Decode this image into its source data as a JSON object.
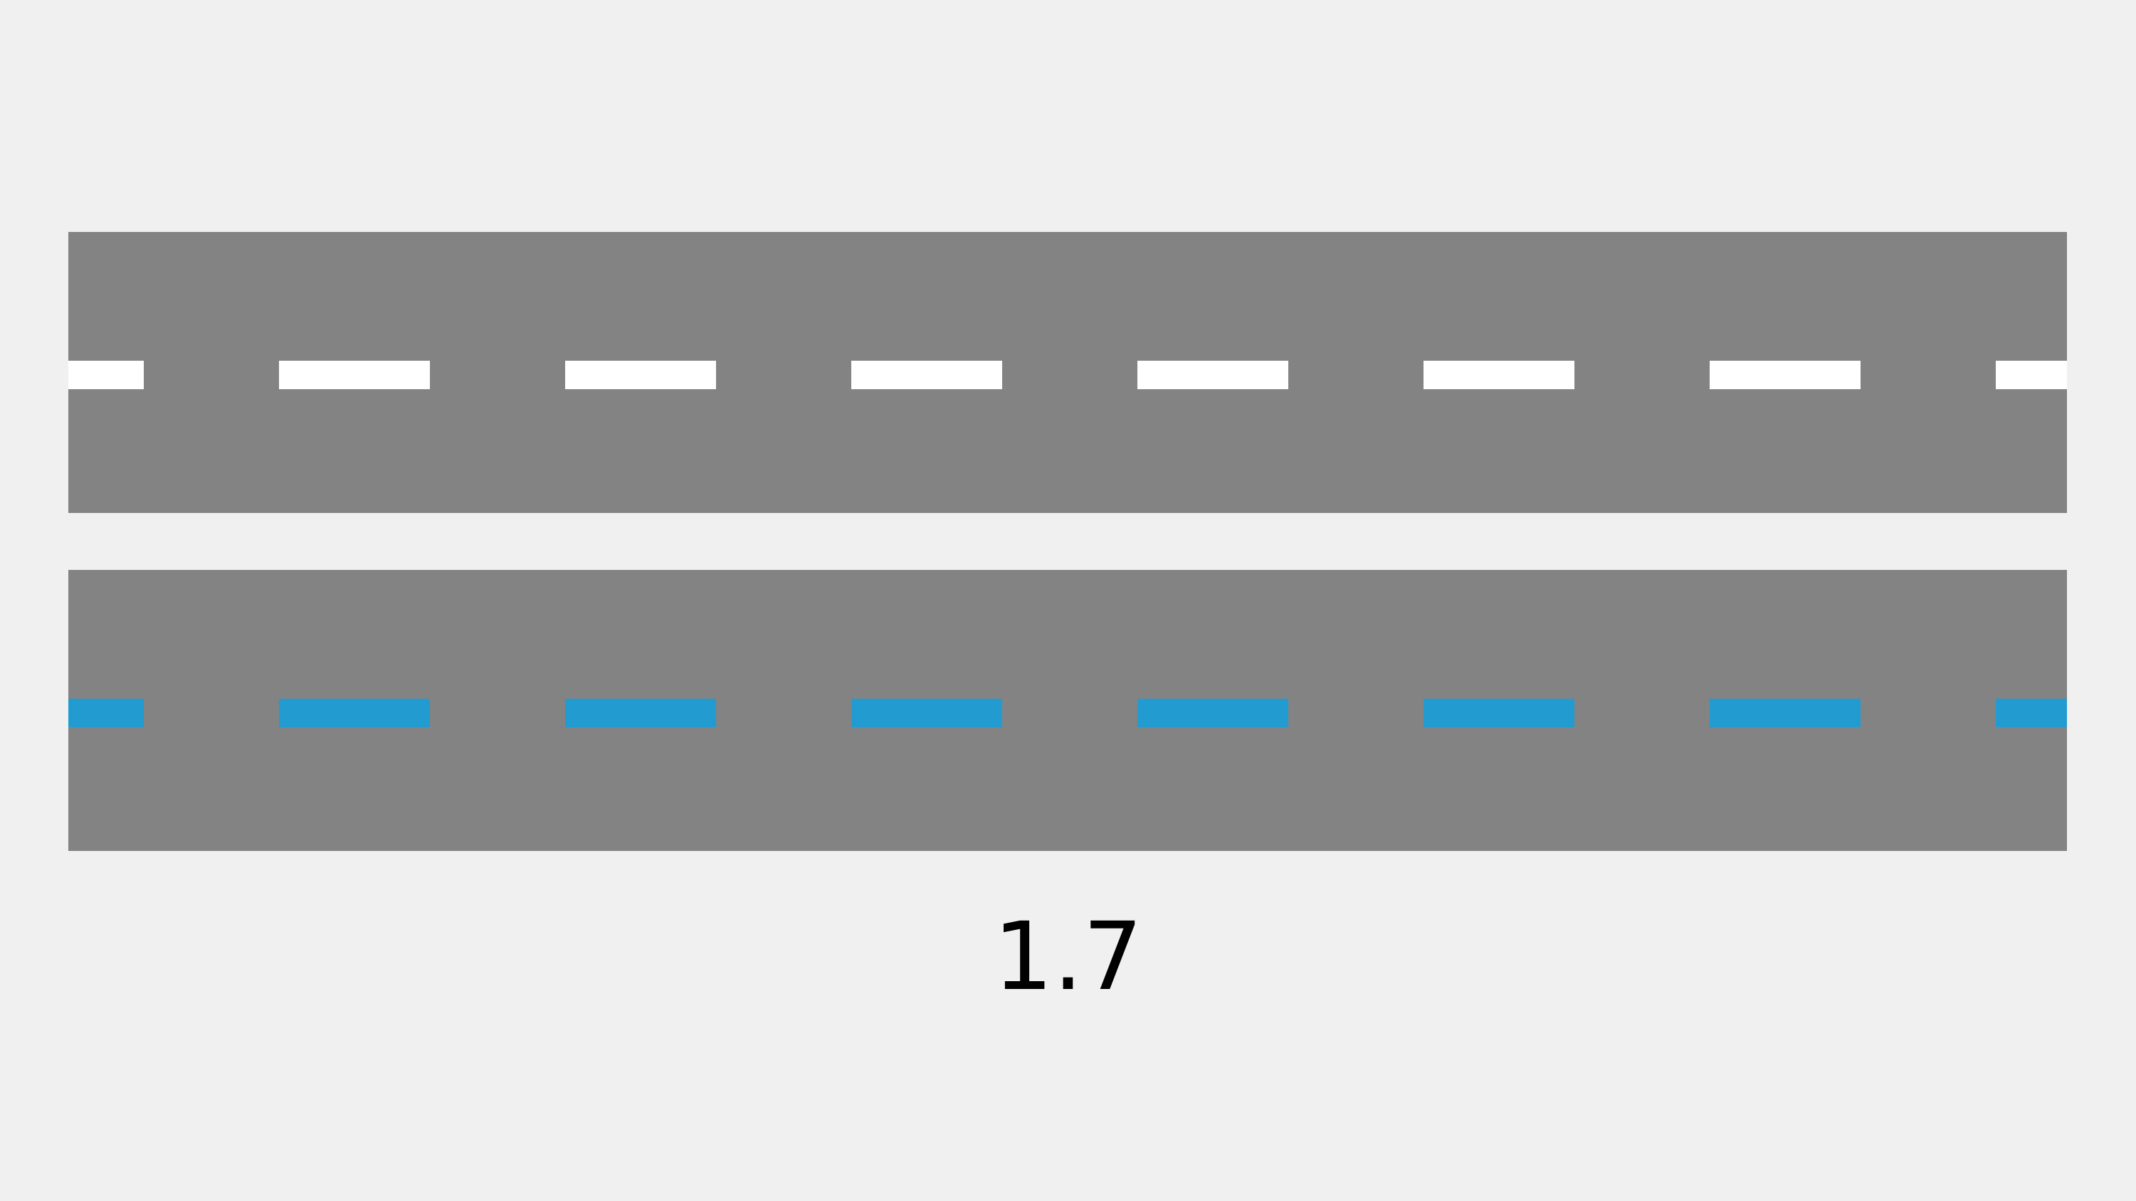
{
  "colors": {
    "background": "#f0f0f0",
    "road": "#838383",
    "top_lane_marking": "#ffffff",
    "bottom_lane_marking": "#229bd0"
  },
  "roads": [
    {
      "name": "top-road",
      "marking_color": "#ffffff"
    },
    {
      "name": "bottom-road",
      "marking_color": "#229bd0"
    }
  ],
  "value_label": "1.7"
}
